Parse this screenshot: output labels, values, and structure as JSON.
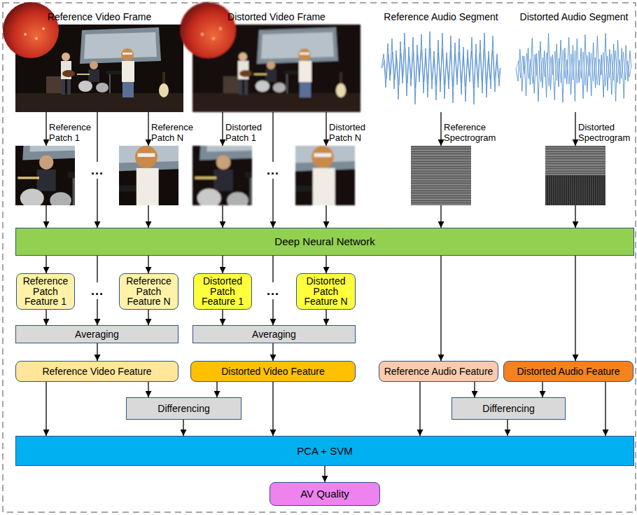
{
  "diagram": {
    "nodes": [
      {
        "text": [
          "Reference Video Frame"
        ]
      },
      {
        "text": [
          "Distorted Video Frame"
        ]
      },
      {
        "text": [
          "Reference Audio Segment"
        ]
      },
      {
        "text": [
          "Distorted Audio Segment"
        ]
      },
      {
        "text": [
          "Reference Patch 1"
        ]
      },
      {
        "text": [
          "Reference Patch N"
        ]
      },
      {
        "text": [
          "Distorted Patch 1"
        ]
      },
      {
        "text": [
          "Distorted Patch N"
        ]
      },
      {
        "text": [
          "Reference Spectrogram"
        ]
      },
      {
        "text": [
          "Distorted Spectrogram"
        ]
      },
      {
        "text": [
          "Deep Neural Network"
        ]
      },
      {
        "text": [
          "Reference Patch Feature 1"
        ]
      },
      {
        "text": [
          "Reference Patch Feature N"
        ]
      },
      {
        "text": [
          "Distorted Patch Feature 1"
        ]
      },
      {
        "text": [
          "Distorted Patch Feature N"
        ]
      },
      {
        "text": [
          "Averaging"
        ]
      },
      {
        "text": [
          "Averaging"
        ]
      },
      {
        "text": [
          "Reference Video Feature"
        ]
      },
      {
        "text": [
          "Distorted Video Feature"
        ]
      },
      {
        "text": [
          "Reference Audio Feature"
        ]
      },
      {
        "text": [
          "Distorted Audio Feature"
        ]
      },
      {
        "text": [
          "Differencing"
        ]
      },
      {
        "text": [
          "Differencing"
        ]
      },
      {
        "text": [
          "PCA + SVM"
        ]
      },
      {
        "text": [
          "AV Quality"
        ]
      }
    ],
    "edges": [
      {
        "from": 0,
        "to": 4,
        "arrow": "to"
      },
      {
        "from": 0,
        "to": 10,
        "label": "...",
        "arrow": "to"
      },
      {
        "from": 0,
        "to": 5,
        "arrow": "to"
      },
      {
        "from": 1,
        "to": 6,
        "arrow": "to"
      },
      {
        "from": 1,
        "to": 10,
        "label": "...",
        "arrow": "to"
      },
      {
        "from": 1,
        "to": 7,
        "arrow": "to"
      },
      {
        "from": 2,
        "to": 8,
        "arrow": "to"
      },
      {
        "from": 3,
        "to": 9,
        "arrow": "to"
      },
      {
        "from": 4,
        "to": 10,
        "arrow": "to"
      },
      {
        "from": 5,
        "to": 10,
        "arrow": "to"
      },
      {
        "from": 6,
        "to": 10,
        "arrow": "to"
      },
      {
        "from": 7,
        "to": 10,
        "arrow": "to"
      },
      {
        "from": 8,
        "to": 10,
        "arrow": "to"
      },
      {
        "from": 9,
        "to": 10,
        "arrow": "to"
      },
      {
        "from": 10,
        "to": 11,
        "arrow": "to"
      },
      {
        "from": 10,
        "to": 15,
        "label": "...",
        "arrow": "to"
      },
      {
        "from": 10,
        "to": 12,
        "arrow": "to"
      },
      {
        "from": 10,
        "to": 13,
        "arrow": "to"
      },
      {
        "from": 10,
        "to": 16,
        "label": "...",
        "arrow": "to"
      },
      {
        "from": 10,
        "to": 14,
        "arrow": "to"
      },
      {
        "from": 10,
        "to": 19,
        "arrow": "to"
      },
      {
        "from": 10,
        "to": 20,
        "arrow": "to"
      },
      {
        "from": 11,
        "to": 15,
        "arrow": "to"
      },
      {
        "from": 12,
        "to": 15,
        "arrow": "to"
      },
      {
        "from": 13,
        "to": 16,
        "arrow": "to"
      },
      {
        "from": 14,
        "to": 16,
        "arrow": "to"
      },
      {
        "from": 15,
        "to": 17,
        "arrow": "to"
      },
      {
        "from": 16,
        "to": 18,
        "arrow": "to"
      },
      {
        "from": 17,
        "to": 21,
        "arrow": "to"
      },
      {
        "from": 18,
        "to": 21,
        "arrow": "to"
      },
      {
        "from": 19,
        "to": 22,
        "arrow": "to"
      },
      {
        "from": 20,
        "to": 22,
        "arrow": "to"
      },
      {
        "from": 17,
        "to": 23,
        "arrow": "to"
      },
      {
        "from": 21,
        "to": 23,
        "arrow": "to"
      },
      {
        "from": 18,
        "to": 23,
        "arrow": "to"
      },
      {
        "from": 19,
        "to": 23,
        "arrow": "to"
      },
      {
        "from": 22,
        "to": 23,
        "arrow": "to"
      },
      {
        "from": 20,
        "to": 23,
        "arrow": "to"
      },
      {
        "from": 23,
        "to": 24,
        "arrow": "to"
      }
    ]
  }
}
